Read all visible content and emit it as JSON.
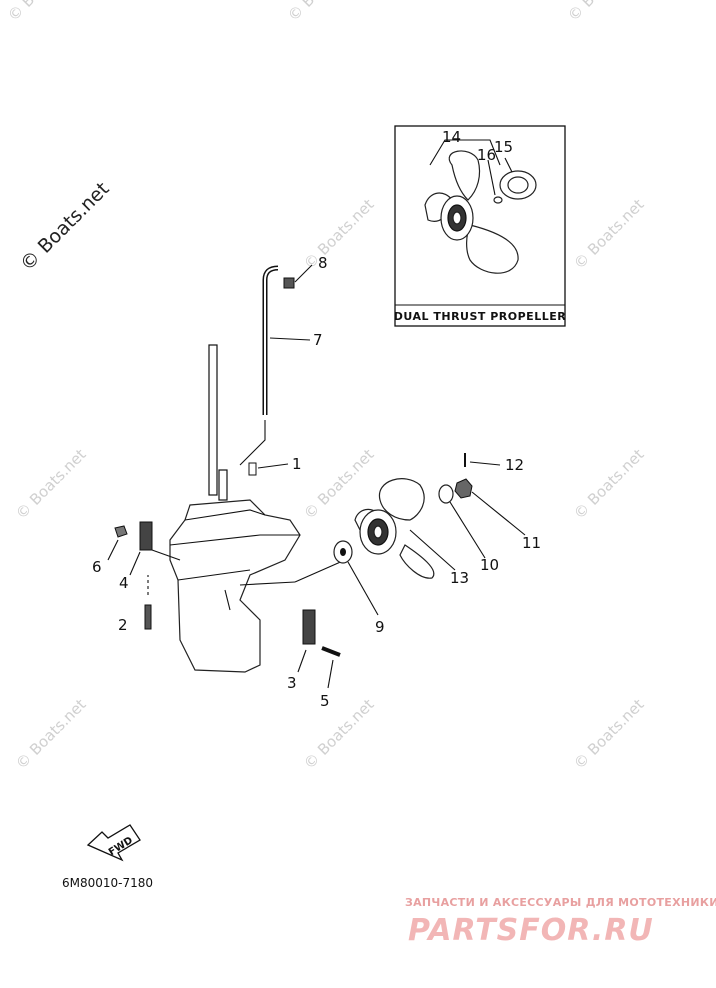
{
  "watermark": {
    "main": "© Boats.net",
    "repeat": "© Boats.net"
  },
  "inset": {
    "title": "DUAL THRUST PROPELLER",
    "callouts": [
      "14",
      "16",
      "15"
    ]
  },
  "callouts": {
    "c1": "1",
    "c2": "2",
    "c3": "3",
    "c4": "4",
    "c5": "5",
    "c6": "6",
    "c7": "7",
    "c8": "8",
    "c9": "9",
    "c10": "10",
    "c11": "11",
    "c12": "12",
    "c13": "13"
  },
  "fwd_label": "FWD",
  "diagram_code": "6M80010-7180",
  "brand": {
    "tagline": "ЗАПЧАСТИ И АКСЕССУАРЫ ДЛЯ МОТОТЕХНИКИ",
    "name": "PARTSFOR.RU"
  },
  "colors": {
    "watermark": "#d0d0d0",
    "brand": "#f2b6b6",
    "ink": "#111111"
  }
}
